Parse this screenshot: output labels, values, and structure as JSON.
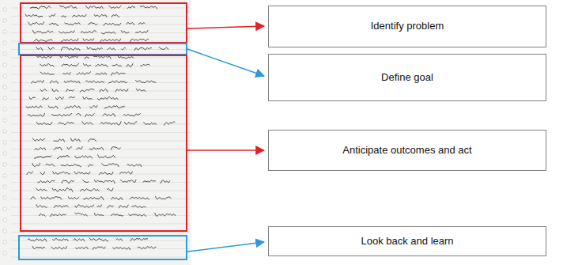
{
  "diagram": {
    "nodes": [
      {
        "text": [
          "Identify problem"
        ]
      },
      {
        "text": [
          "Define goal"
        ]
      },
      {
        "text": [
          "Anticipate outcomes and act"
        ]
      },
      {
        "text": [
          "Look back and learn"
        ]
      }
    ]
  }
}
